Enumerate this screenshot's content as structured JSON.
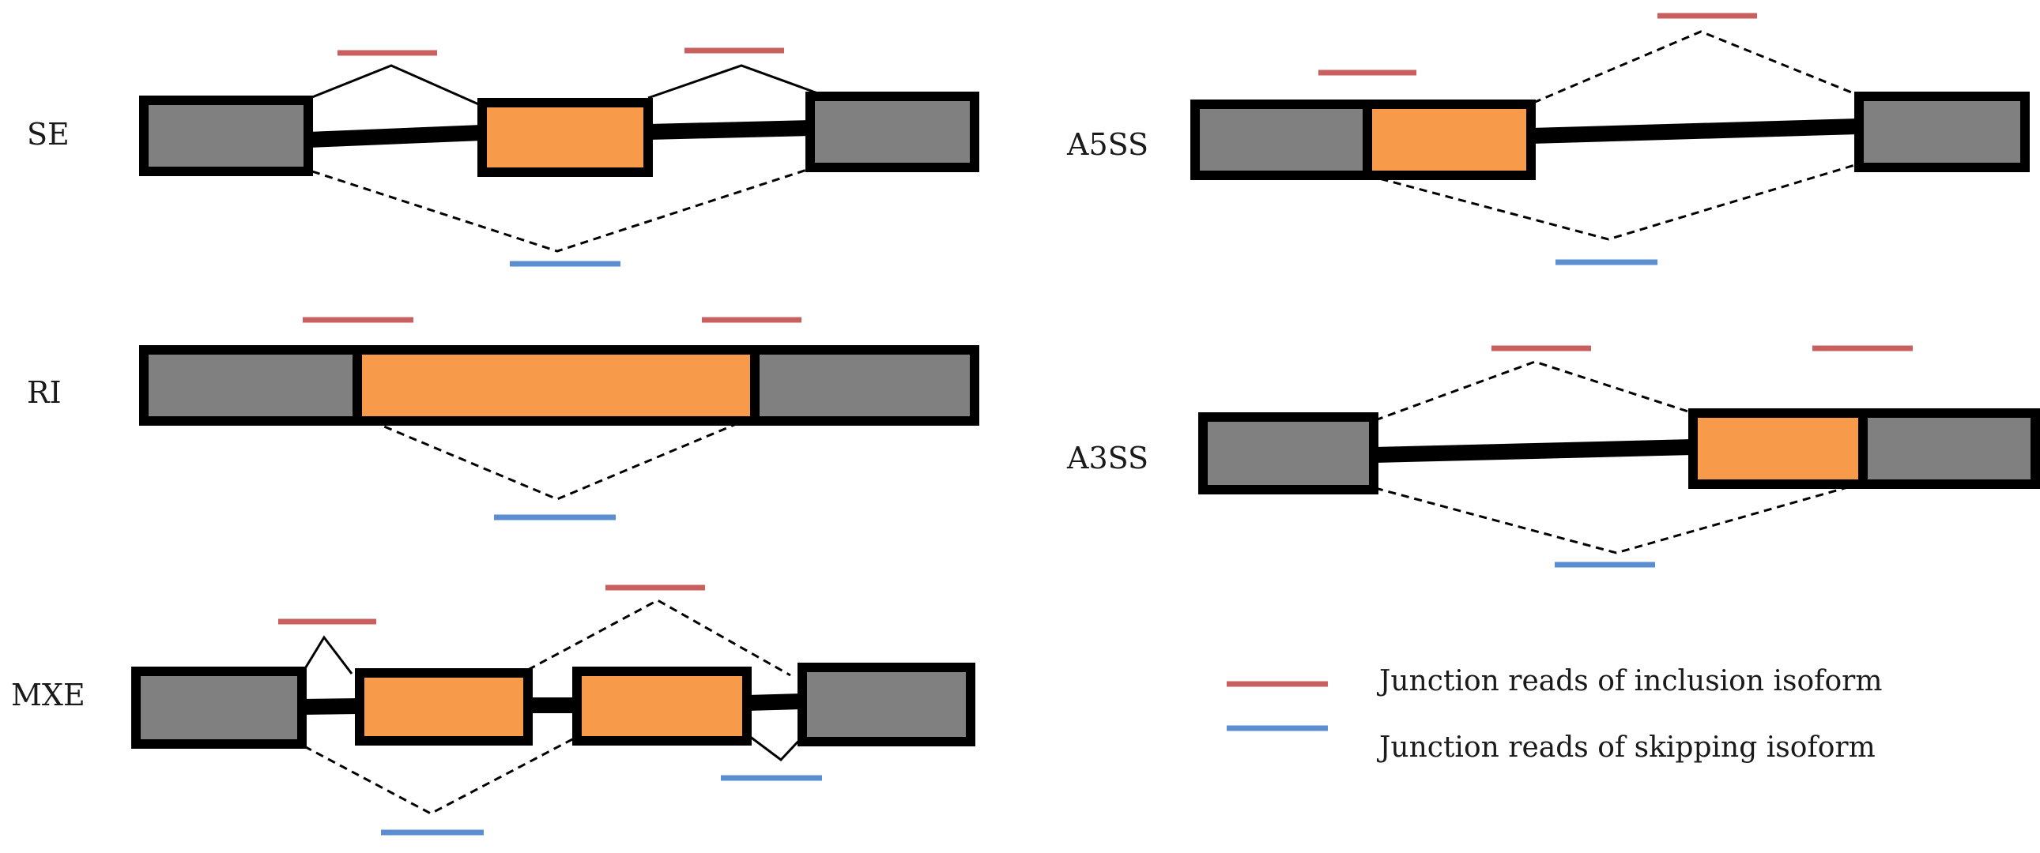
{
  "colors": {
    "constitutive_exon": "#808080",
    "alternative_exon": "#f79b4a",
    "inclusion_read": "#c9605f",
    "skipping_read": "#5b8ed0",
    "outline": "#000000"
  },
  "panels": {
    "se": {
      "label": "SE"
    },
    "ri": {
      "label": "RI"
    },
    "mxe": {
      "label": "MXE"
    },
    "a5ss": {
      "label": "A5SS"
    },
    "a3ss": {
      "label": "A3SS"
    }
  },
  "legend": {
    "inclusion": {
      "text": "Junction reads of inclusion isoform"
    },
    "skipping": {
      "text": "Junction reads of skipping isoform"
    }
  }
}
